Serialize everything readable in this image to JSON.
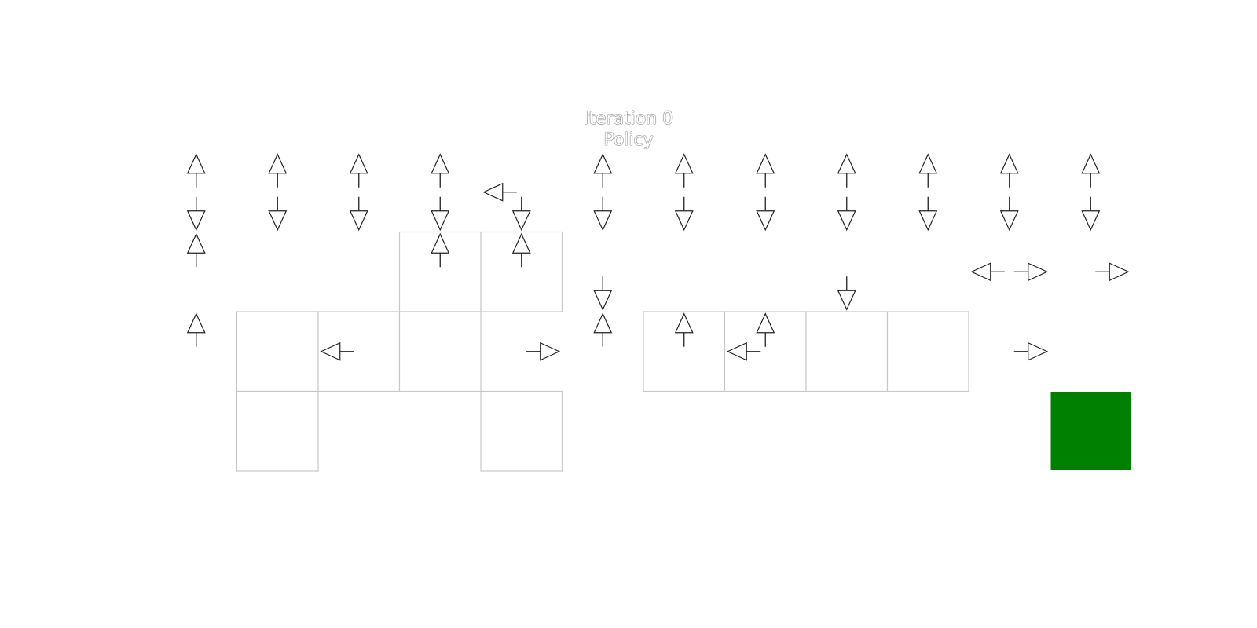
{
  "title": {
    "line1": "Iteration 0",
    "line2": "Policy"
  },
  "grid": {
    "rows": 4,
    "cols": 12,
    "wall_color": "#c8c8c8",
    "arrow_color": "#222222",
    "goal_color": "#008000",
    "goal": {
      "row": 3,
      "col": 11
    },
    "walls": [
      [
        1,
        3
      ],
      [
        1,
        4
      ],
      [
        2,
        1
      ],
      [
        2,
        2
      ],
      [
        2,
        3
      ],
      [
        2,
        6
      ],
      [
        2,
        7
      ],
      [
        2,
        8
      ],
      [
        2,
        9
      ],
      [
        3,
        1
      ],
      [
        3,
        4
      ]
    ],
    "cells": [
      [
        [
          "up",
          "down"
        ],
        [
          "up",
          "down"
        ],
        [
          "up",
          "down"
        ],
        [
          "up",
          "down"
        ],
        [
          "left",
          "down"
        ],
        [
          "up",
          "down"
        ],
        [
          "up",
          "down"
        ],
        [
          "up",
          "down"
        ],
        [
          "up",
          "down"
        ],
        [
          "up",
          "down"
        ],
        [
          "up",
          "down"
        ],
        [
          "up",
          "down"
        ]
      ],
      [
        [
          "up"
        ],
        [],
        [],
        [
          "up"
        ],
        [
          "up"
        ],
        [
          "down"
        ],
        [],
        [],
        [
          "down"
        ],
        [],
        [
          "left",
          "right"
        ],
        [
          "right"
        ]
      ],
      [
        [
          "up"
        ],
        [],
        [
          "left"
        ],
        [],
        [
          "right"
        ],
        [
          "up"
        ],
        [
          "up"
        ],
        [
          "up",
          "left"
        ],
        [],
        [],
        [
          "right"
        ],
        []
      ],
      [
        [],
        [],
        [],
        [],
        [],
        [],
        [],
        [],
        [],
        [],
        [],
        []
      ]
    ]
  }
}
